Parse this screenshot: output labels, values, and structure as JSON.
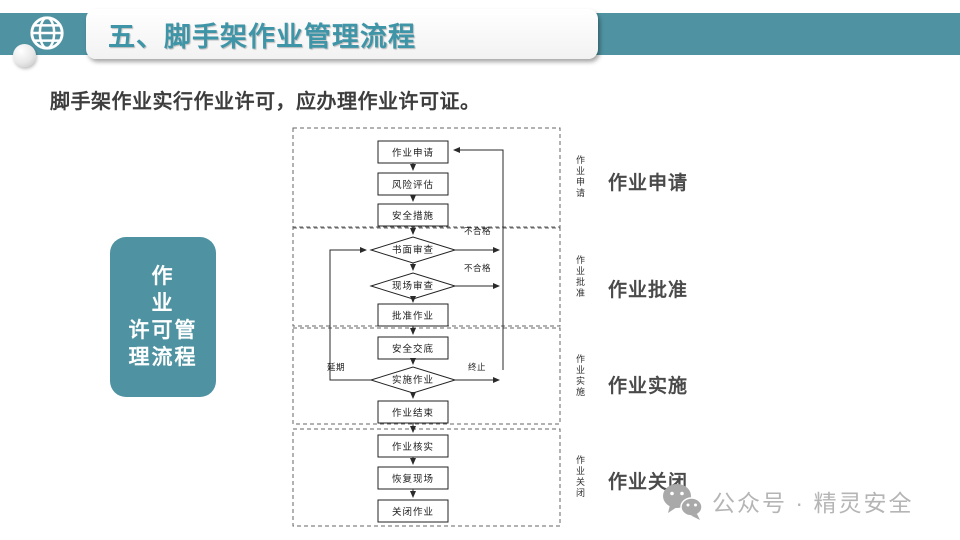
{
  "colors": {
    "teal": "#4f93a2",
    "title_text": "#3e95a8",
    "label_gray": "#4a4a4a",
    "footer_gray": "#b5b5b5"
  },
  "header": {
    "title": "五、脚手架作业管理流程"
  },
  "subtitle": "脚手架作业实行作业许可，应办理作业许可证。",
  "side_box": {
    "line1": "作",
    "line2": "业",
    "line3": "许可管",
    "line4": "理流程"
  },
  "sections": [
    {
      "strip": "作业申请",
      "label": "作业申请"
    },
    {
      "strip": "作业批准",
      "label": "作业批准"
    },
    {
      "strip": "作业实施",
      "label": "作业实施"
    },
    {
      "strip": "作业关闭",
      "label": "作业关闭"
    }
  ],
  "flowchart": {
    "boxes": {
      "apply": "作业申请",
      "risk": "风险评估",
      "safety": "安全措施",
      "approve": "批准作业",
      "briefing": "安全交底",
      "finish": "作业结束",
      "verify": "作业核实",
      "restore": "恢复现场",
      "close": "关闭作业"
    },
    "diamonds": {
      "written_review": "书面审查",
      "site_review": "现场审查",
      "implement": "实施作业"
    },
    "edge_labels": {
      "fail_top": "不合格",
      "fail_bottom": "不合格",
      "postpone": "延期",
      "terminate": "终止"
    }
  },
  "footer": {
    "wechat": "公众号 · 精灵安全"
  }
}
